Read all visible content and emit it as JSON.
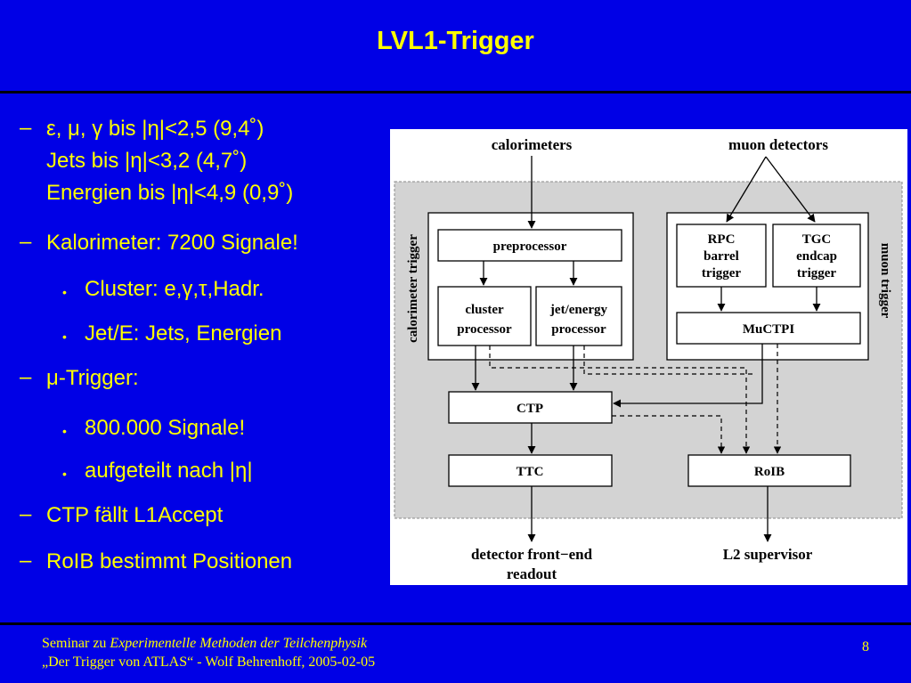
{
  "slide": {
    "title": "LVL1-Trigger",
    "page_number": "8"
  },
  "bullets": [
    {
      "level": 1,
      "marker": "–",
      "lines": [
        "ε, μ, γ bis |η|<2,5 (9,4˚)",
        "Jets bis |η|<3,2 (4,7˚)",
        "Energien bis |η|<4,9 (0,9˚)"
      ]
    },
    {
      "level": 1,
      "marker": "–",
      "lines": [
        "Kalorimeter: 7200 Signale!"
      ]
    },
    {
      "level": 2,
      "marker": "•",
      "lines": [
        "Cluster: e,γ,τ,Hadr."
      ]
    },
    {
      "level": 2,
      "marker": "•",
      "lines": [
        "Jet/E: Jets, Energien"
      ]
    },
    {
      "level": 1,
      "marker": "–",
      "lines": [
        "μ-Trigger:"
      ]
    },
    {
      "level": 2,
      "marker": "•",
      "lines": [
        "800.000 Signale!"
      ]
    },
    {
      "level": 2,
      "marker": "•",
      "lines": [
        "aufgeteilt nach |η|"
      ]
    },
    {
      "level": 1,
      "marker": "–",
      "lines": [
        "CTP fällt L1Accept"
      ]
    },
    {
      "level": 1,
      "marker": "–",
      "lines": [
        "RoIB bestimmt Positionen"
      ]
    }
  ],
  "diagram": {
    "inputs": {
      "calorimeters": "calorimeters",
      "muon_detectors": "muon detectors"
    },
    "group_labels": {
      "calorimeter_trigger": "calorimeter trigger",
      "muon_trigger": "muon trigger"
    },
    "boxes": {
      "preprocessor": "preprocessor",
      "cluster_processor": [
        "cluster",
        "processor"
      ],
      "jet_energy_processor": [
        "jet/energy",
        "processor"
      ],
      "rpc": [
        "RPC",
        "barrel",
        "trigger"
      ],
      "tgc": [
        "TGC",
        "endcap",
        "trigger"
      ],
      "muctpi": "MuCTPI",
      "ctp": "CTP",
      "ttc": "TTC",
      "roib": "RoIB"
    },
    "outputs": {
      "detector_frontend": [
        "detector front−end",
        "readout"
      ],
      "l2_supervisor": "L2 supervisor"
    }
  },
  "footer": {
    "line1_prefix": "Seminar zu ",
    "line1_italic": "Experimentelle Methoden der Teilchenphysik",
    "line2": "„Der Trigger von ATLAS“ - Wolf Behrenhoff, 2005-02-05"
  },
  "colors": {
    "background": "#0000e6",
    "text": "#ffff00",
    "diagram_bg": "#ffffff",
    "trigger_area": "#d3d3d3"
  }
}
